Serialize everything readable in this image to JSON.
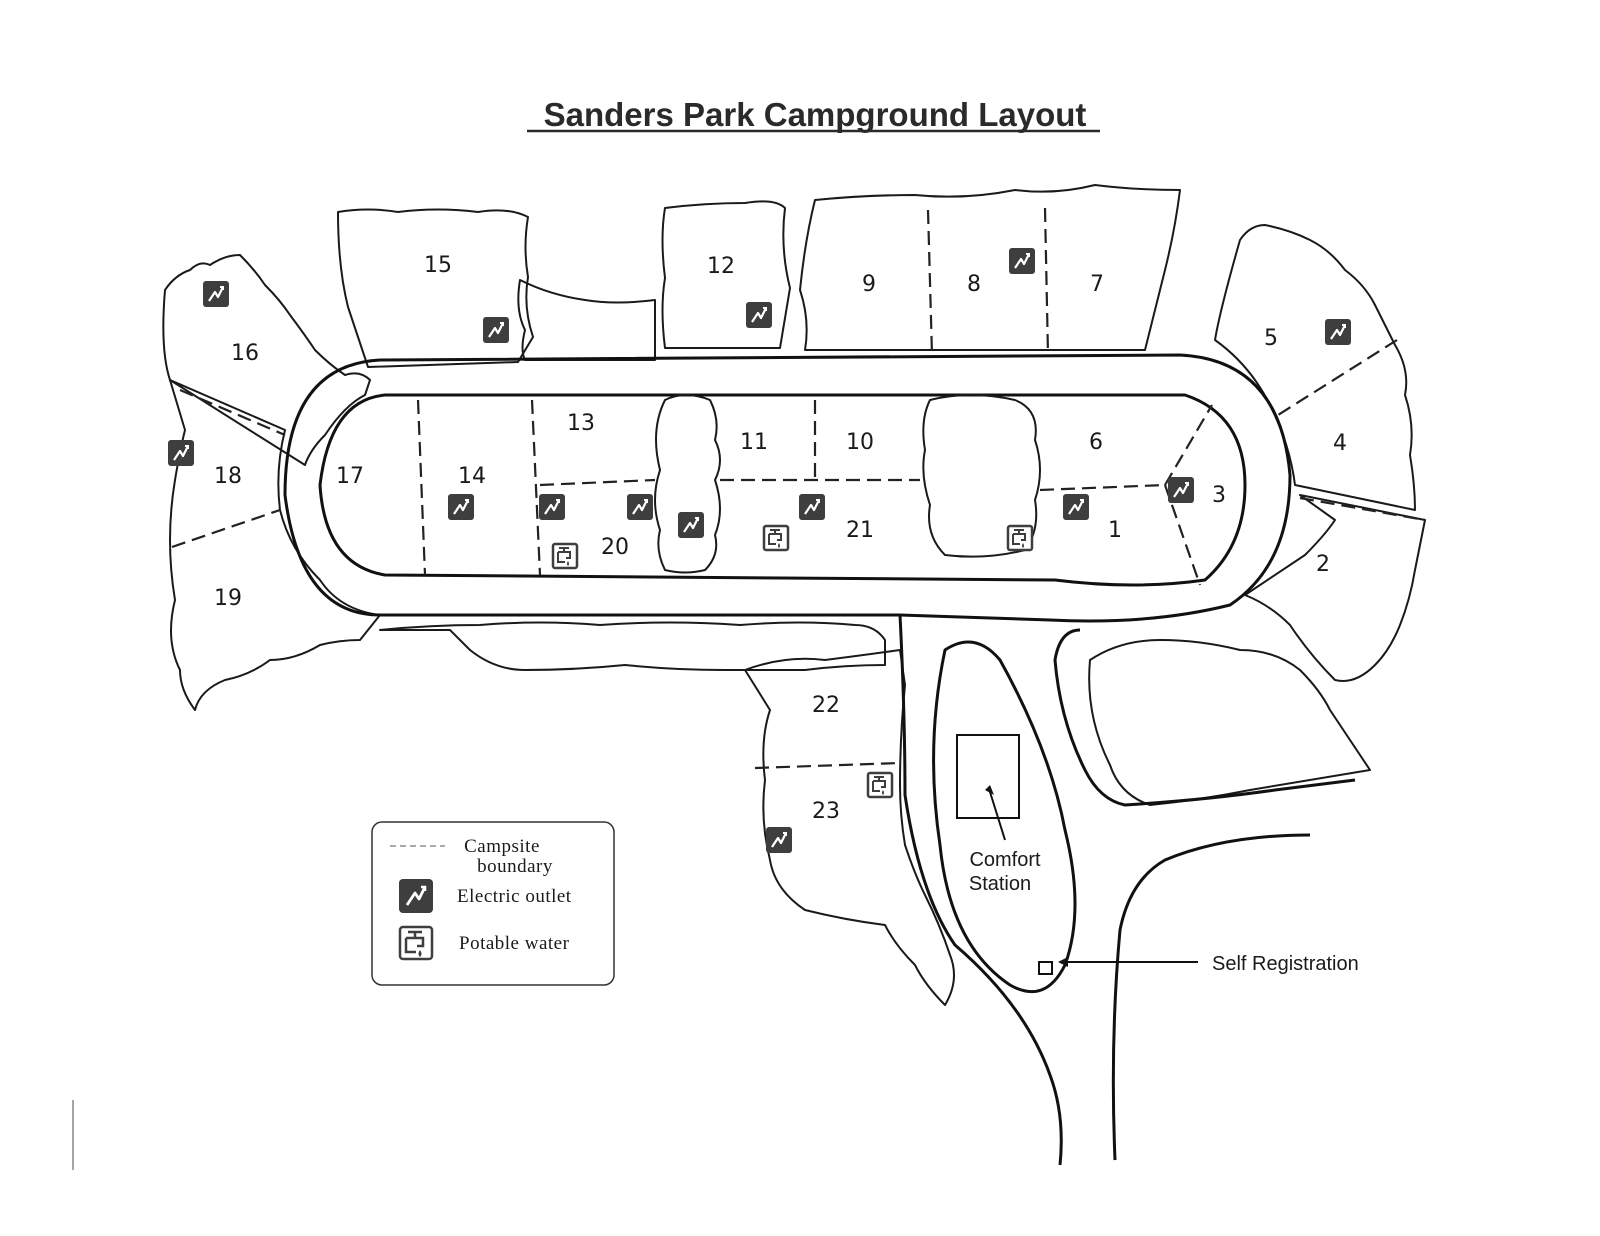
{
  "title": "Sanders Park Campground Layout",
  "campsites": [
    "1",
    "2",
    "3",
    "4",
    "5",
    "6",
    "7",
    "8",
    "9",
    "10",
    "11",
    "12",
    "13",
    "14",
    "15",
    "16",
    "17",
    "18",
    "19",
    "20",
    "21",
    "22",
    "23"
  ],
  "labels": {
    "comfort_station_line1": "Comfort",
    "comfort_station_line2": "Station",
    "self_registration": "Self Registration"
  },
  "legend": {
    "boundary_line1": "Campsite",
    "boundary_line2": "boundary",
    "electric": "Electric outlet",
    "water": "Potable water"
  },
  "icons": {
    "electric": "electric-outlet-icon",
    "water": "potable-water-icon"
  },
  "colors": {
    "icon_fill": "#3e3e3e",
    "line": "#1a1a1a"
  }
}
